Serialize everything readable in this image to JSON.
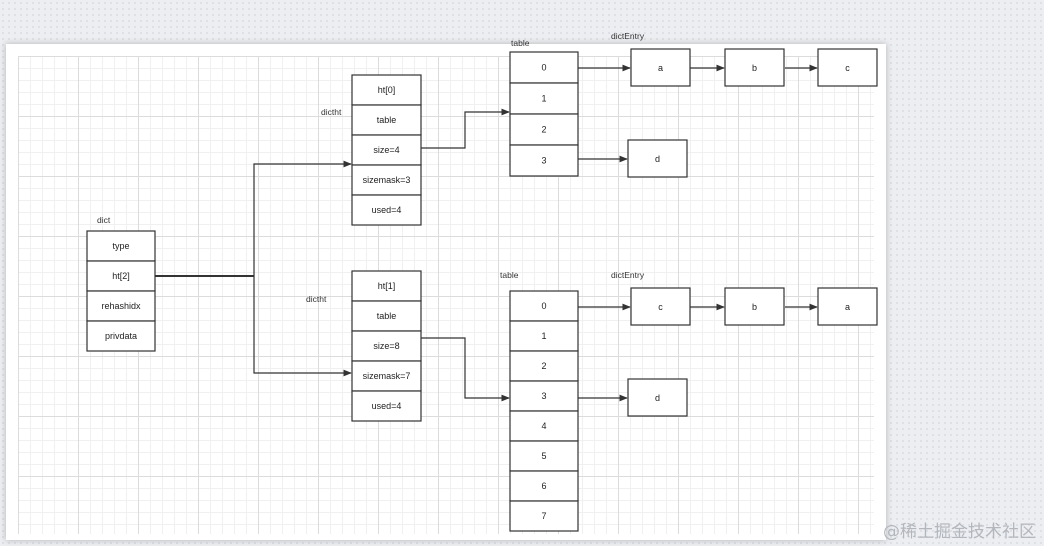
{
  "watermark": "@稀土掘金技术社区",
  "captions": {
    "dict": "dict",
    "dictht0": "dictht",
    "dictht1": "dictht",
    "table0": "table",
    "table1": "table",
    "entry0": "dictEntry",
    "entry1": "dictEntry"
  },
  "dict": [
    "type",
    "ht[2]",
    "rehashidx",
    "privdata"
  ],
  "dictht0": [
    "ht[0]",
    "table",
    "size=4",
    "sizemask=3",
    "used=4"
  ],
  "dictht1": [
    "ht[1]",
    "table",
    "size=8",
    "sizemask=7",
    "used=4"
  ],
  "table0": [
    "0",
    "1",
    "2",
    "3"
  ],
  "table1": [
    "0",
    "1",
    "2",
    "3",
    "4",
    "5",
    "6",
    "7"
  ],
  "chain0_row0": [
    "a",
    "b",
    "c"
  ],
  "chain0_row3": [
    "d"
  ],
  "chain1_row0": [
    "c",
    "b",
    "a"
  ],
  "chain1_row3": [
    "d"
  ]
}
